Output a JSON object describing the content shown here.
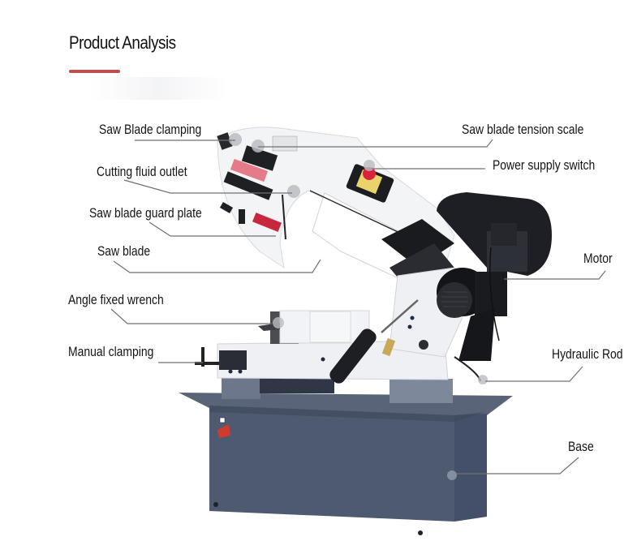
{
  "header": {
    "title": "Product Analysis",
    "underline_color": "#c0504d"
  },
  "diagram": {
    "subject": "Metal cutting band saw machine",
    "labels": [
      {
        "id": "saw-blade-clamping",
        "text": "Saw Blade clamping",
        "side": "left"
      },
      {
        "id": "cutting-fluid-outlet",
        "text": "Cutting fluid outlet",
        "side": "left"
      },
      {
        "id": "saw-blade-guard-plate",
        "text": "Saw blade guard plate",
        "side": "left"
      },
      {
        "id": "saw-blade",
        "text": "Saw blade",
        "side": "left"
      },
      {
        "id": "angle-fixed-wrench",
        "text": "Angle fixed wrench",
        "side": "left"
      },
      {
        "id": "manual-clamping",
        "text": "Manual clamping",
        "side": "left"
      },
      {
        "id": "saw-blade-tension-scale",
        "text": "Saw blade tension scale",
        "side": "right"
      },
      {
        "id": "power-supply-switch",
        "text": "Power supply switch",
        "side": "right"
      },
      {
        "id": "motor",
        "text": "Motor",
        "side": "right"
      },
      {
        "id": "hydraulic-rod",
        "text": "Hydraulic Rod",
        "side": "right"
      },
      {
        "id": "base",
        "text": "Base",
        "side": "right"
      }
    ],
    "colors": {
      "body": "#eceef2",
      "base": "#4e5a70",
      "base_dark": "#3d475a",
      "motor": "#1d1f24",
      "accent_red": "#d8233a",
      "switch_yellow": "#e9d36a",
      "leader_line": "#6f7174"
    }
  }
}
